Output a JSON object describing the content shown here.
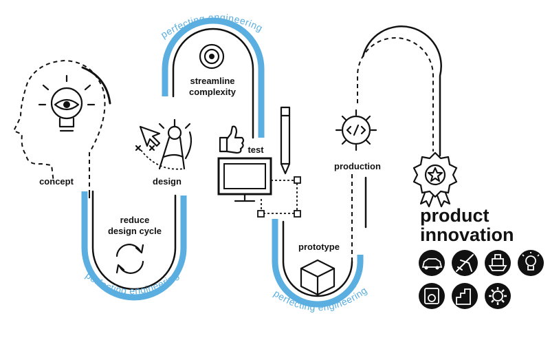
{
  "labels": {
    "concept": "concept",
    "design": "design",
    "reduce_line1": "reduce",
    "reduce_line2": "design cycle",
    "streamline_line1": "streamline",
    "streamline_line2": "complexity",
    "test": "test",
    "prototype": "prototype",
    "production": "production",
    "product_line1": "product",
    "product_line2": "innovation"
  },
  "curved_text": {
    "top": "perfecting engineering",
    "left_bottom": "perfecting engineering",
    "right_bottom": "perfecting engineering"
  },
  "colors": {
    "accent": "#5aaee0",
    "ink": "#111111"
  },
  "icons": [
    "head-icon",
    "lightbulb-eye-icon",
    "cursor-icon",
    "compass-icon",
    "target-icon",
    "thumbs-up-icon",
    "pencil-icon",
    "monitor-icon",
    "refresh-icon",
    "cube-icon",
    "code-gear-icon",
    "award-medal-icon",
    "car-icon",
    "airplane-icon",
    "ship-icon",
    "bulb-icon",
    "washer-icon",
    "building-icon",
    "gear-icon"
  ]
}
